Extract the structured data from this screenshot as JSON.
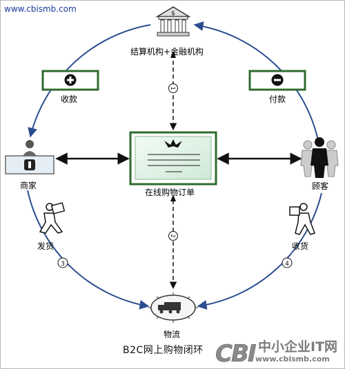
{
  "header": {
    "url": "www.cbismb.com"
  },
  "nodes": {
    "bank": "结算机构+金融机构",
    "receive": "收款",
    "pay": "付款",
    "merchant": "商家",
    "customer": "顾客",
    "order": "在线购物订单",
    "ship": "发货",
    "take_delivery": "收货",
    "logistics": "物流"
  },
  "markers": {
    "m1": "1",
    "m2": "2",
    "m3": "3",
    "m4": "4"
  },
  "footer": {
    "title": "B2C网上购物闭环",
    "watermark_cn": "中小企业IT网",
    "watermark_url": "www.cbismb.com",
    "watermark_logo": "CBI"
  }
}
